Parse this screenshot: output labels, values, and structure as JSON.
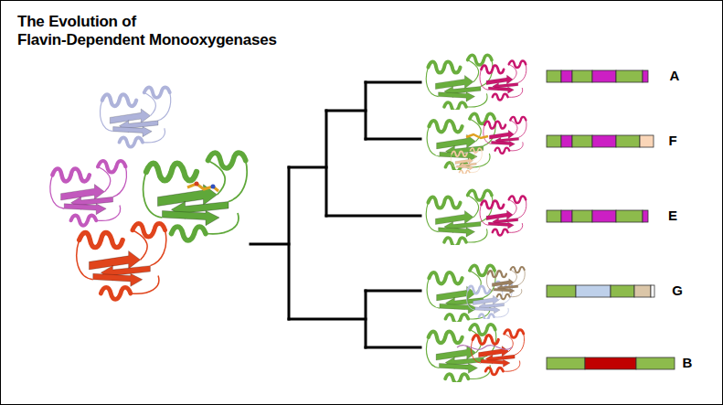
{
  "diagram": {
    "title": "The Evolution of Flavin-Dependent Monooxygenases",
    "labels": [
      "A",
      "F",
      "E",
      "G",
      "B"
    ]
  }
}
